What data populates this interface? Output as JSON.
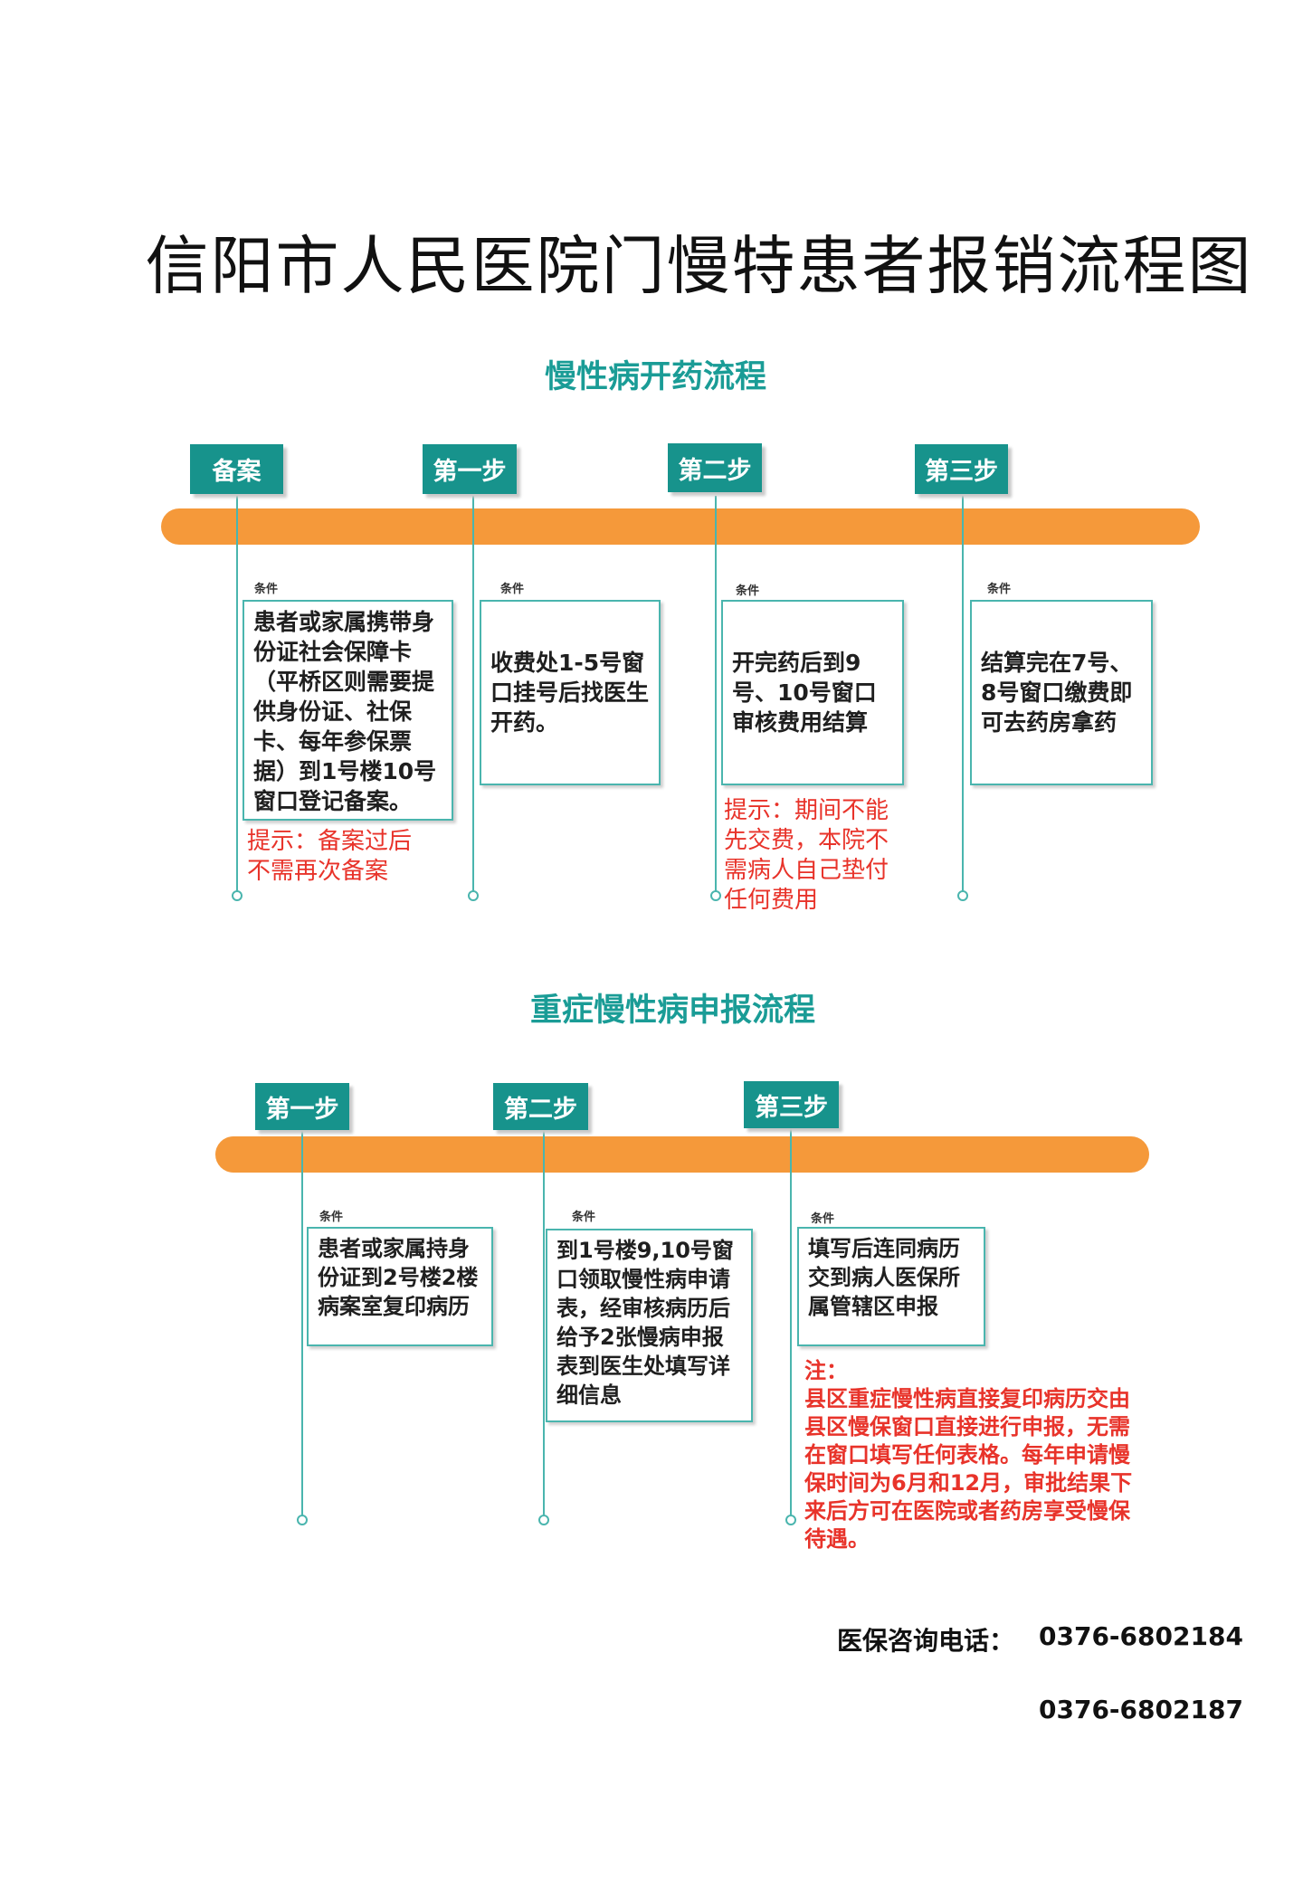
{
  "title": "信阳市人民医院门慢特患者报销流程图",
  "colors": {
    "accent": "#17938c",
    "timeline": "#f5993a",
    "warning": "#e8332a"
  },
  "condition_label": "条件",
  "section1": {
    "title": "慢性病开药流程",
    "steps": [
      {
        "label": "备案",
        "content": "患者或家属携带身份证社会保障卡（平桥区则需要提供身份证、社保卡、每年参保票据）到1号楼10号窗口登记备案。",
        "note": "提示：备案过后不需再次备案"
      },
      {
        "label": "第一步",
        "content": "收费处1-5号窗口挂号后找医生开药。",
        "note": ""
      },
      {
        "label": "第二步",
        "content": "开完药后到9号、10号窗口审核费用结算",
        "note": "提示：期间不能先交费，本院不需病人自己垫付任何费用"
      },
      {
        "label": "第三步",
        "content": "结算完在7号、8号窗口缴费即可去药房拿药",
        "note": ""
      }
    ]
  },
  "section2": {
    "title": "重症慢性病申报流程",
    "steps": [
      {
        "label": "第一步",
        "content": "患者或家属持身份证到2号楼2楼病案室复印病历",
        "note": ""
      },
      {
        "label": "第二步",
        "content": "到1号楼9,10号窗口领取慢性病申请表，经审核病历后给予2张慢病申报表到医生处填写详细信息",
        "note": ""
      },
      {
        "label": "第三步",
        "content": "填写后连同病历交到病人医保所属管辖区申报",
        "note_title": "注：",
        "note": "县区重症慢性病直接复印病历交由县区慢保窗口直接进行申报，无需在窗口填写任何表格。每年申请慢保时间为6月和12月，审批结果下来后方可在医院或者药房享受慢保待遇。"
      }
    ]
  },
  "contact": {
    "label": "医保咨询电话：",
    "phone1": "0376-6802184",
    "phone2": "0376-6802187"
  }
}
